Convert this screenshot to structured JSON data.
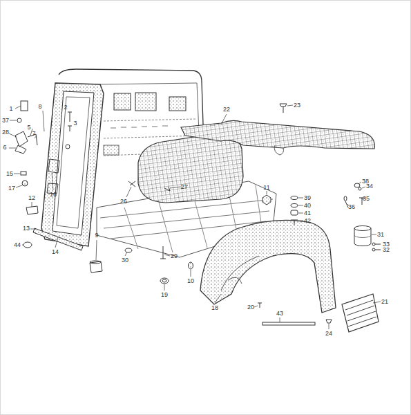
{
  "diagram": {
    "labels": [
      "1",
      "37",
      "2",
      "8",
      "3",
      "5",
      "7",
      "28",
      "6",
      "15",
      "17",
      "12",
      "16",
      "13",
      "44",
      "14",
      "9",
      "30",
      "29",
      "10",
      "19",
      "18",
      "20",
      "43",
      "24",
      "21",
      "22",
      "23",
      "26",
      "27",
      "11",
      "39",
      "40",
      "41",
      "42",
      "38",
      "34",
      "36",
      "35",
      "31",
      "33",
      "32"
    ]
  }
}
